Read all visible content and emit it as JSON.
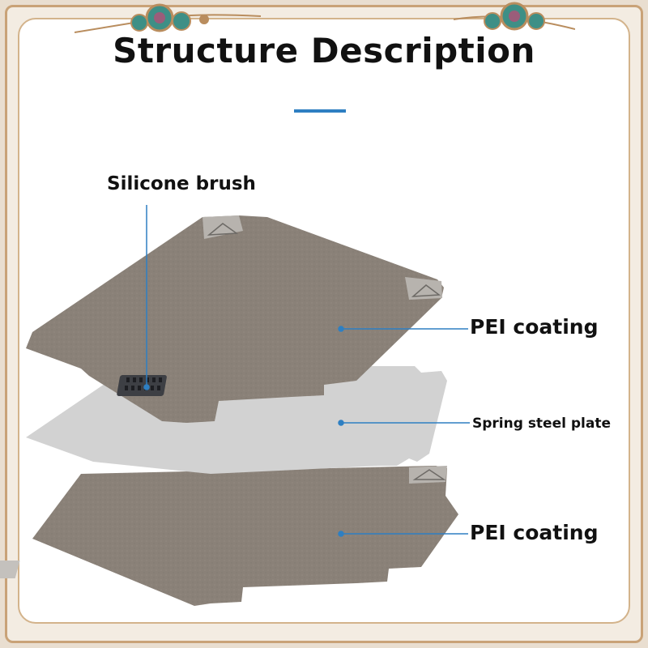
{
  "title": "Structure Description",
  "labels": {
    "silicone_brush": "Silicone brush",
    "pei_coating_top": "PEI coating",
    "spring_steel_plate": "Spring steel plate",
    "pei_coating_bottom": "PEI coating"
  },
  "colors": {
    "accent_blue": "#2e7fc2",
    "frame_gold": "#c9a277",
    "pei_sheet": "#8a8178",
    "steel_sheet": "#d2d2d2",
    "ornament_teal": "#3e8f86"
  },
  "icons": {
    "ornament_left": "cloud-scroll-ornament",
    "ornament_right": "cloud-scroll-ornament",
    "corner_tab": "triangle-logo-tab"
  }
}
